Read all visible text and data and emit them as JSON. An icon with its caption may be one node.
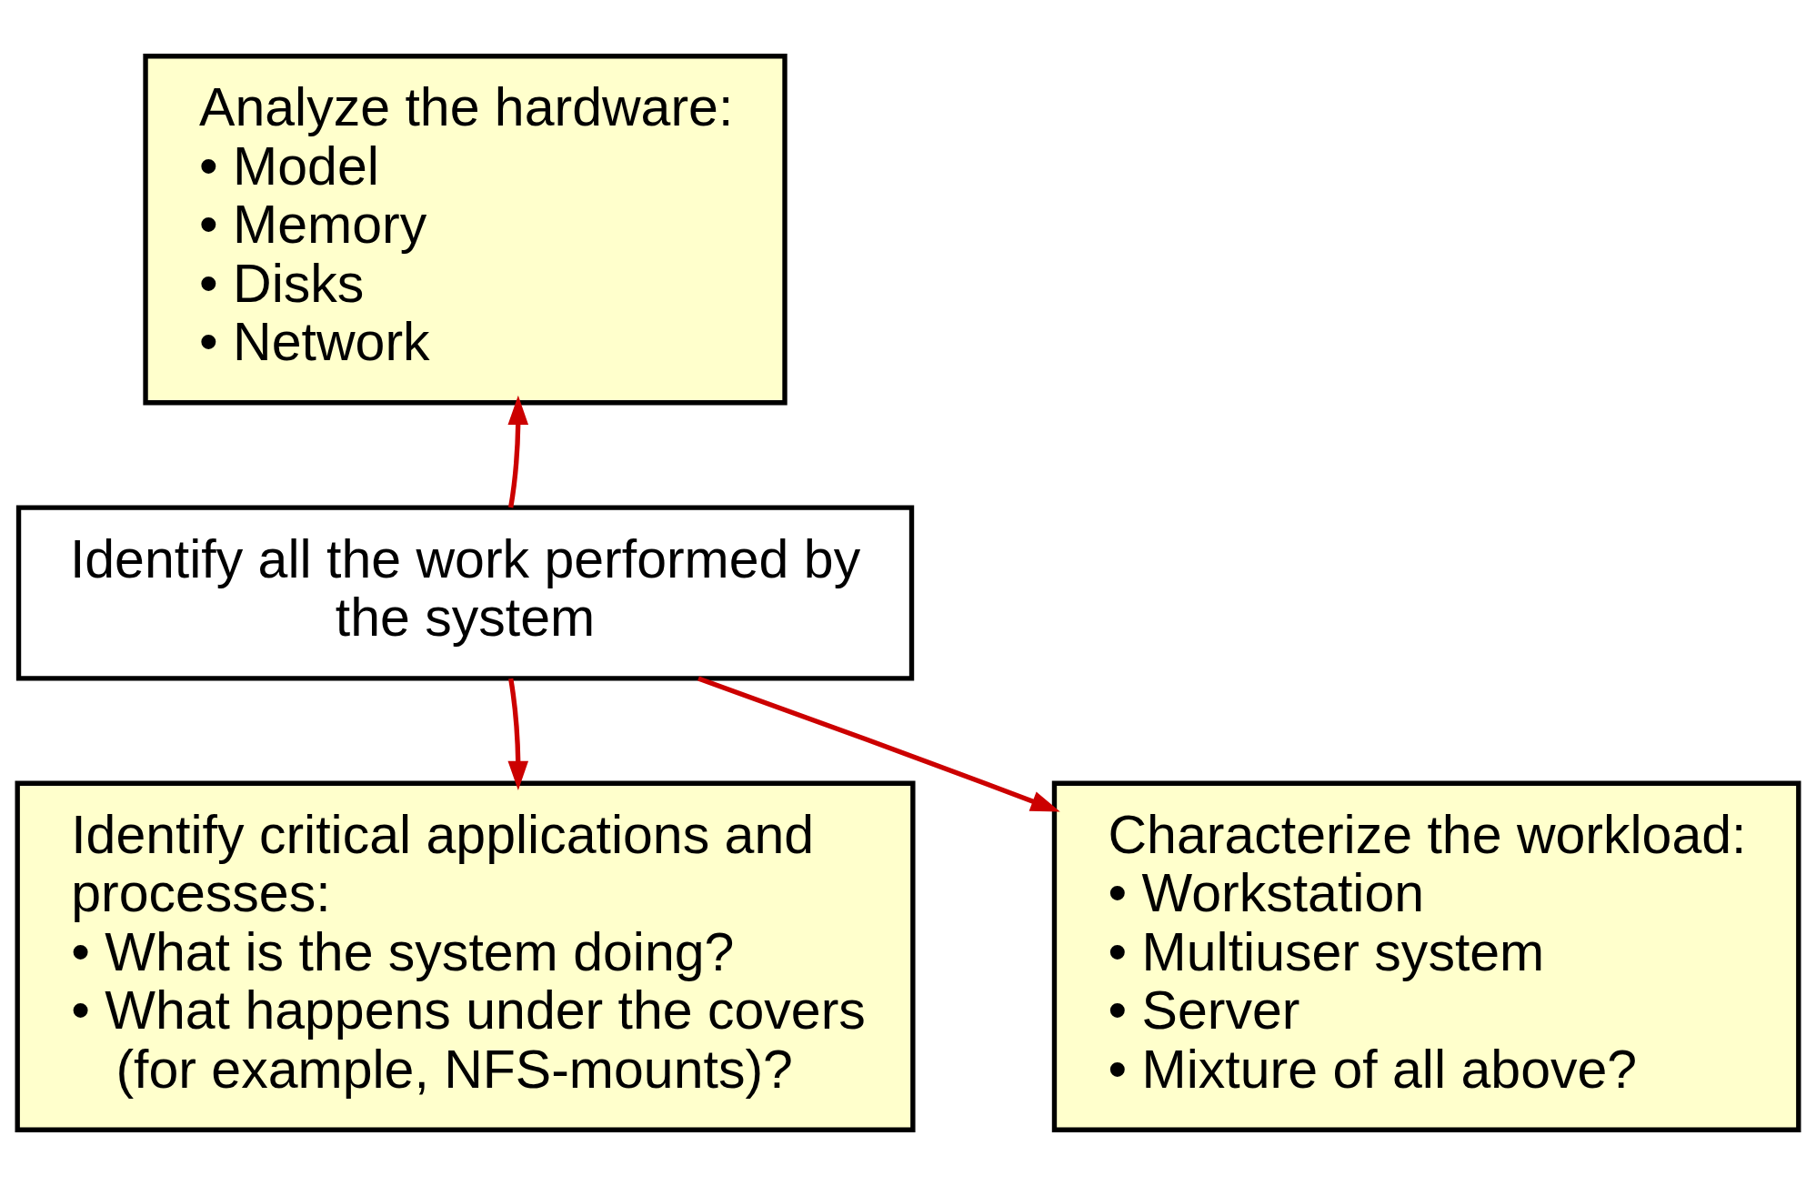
{
  "diagram": {
    "nodes": [
      {
        "text": [
          "Analyze the hardware:",
          "• Model",
          "• Memory",
          "• Disks",
          "• Network"
        ]
      },
      {
        "text": [
          "Identify all the work performed by the system"
        ]
      },
      {
        "text": [
          "Identify critical applications and processes:",
          "• What is the system doing?",
          "• What happens under the covers (for example, NFS-mounts)?"
        ]
      },
      {
        "text": [
          "Characterize the workload:",
          "• Workstation",
          "• Multiuser system",
          "• Server",
          "• Mixture of all above?"
        ]
      }
    ],
    "edges": [
      {
        "from": 1,
        "to": 0,
        "arrow": "to"
      },
      {
        "from": 1,
        "to": 2,
        "arrow": "to"
      },
      {
        "from": 1,
        "to": 3,
        "arrow": "to"
      }
    ]
  }
}
